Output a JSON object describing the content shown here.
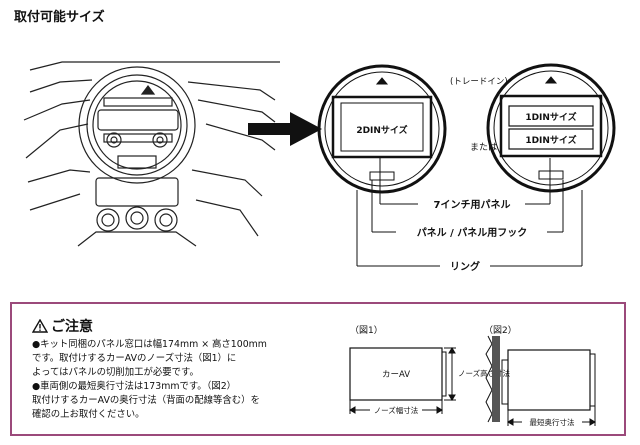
{
  "page": {
    "title": "取付可能サイズ"
  },
  "diagram": {
    "labels": {
      "tray": "(トレードイン)",
      "din2": "2DINサイズ",
      "or": "または",
      "din1_a": "1DINサイズ",
      "din1_b": "1DINサイズ",
      "panel7": "7インチ用パネル",
      "hook": "パネル / パネル用フック",
      "ring": "リング"
    }
  },
  "caution": {
    "heading": "ご注意",
    "lines": [
      "●キット同梱のパネル窓口は幅174mm × 高さ100mm",
      "です。取付けするカーAVのノーズ寸法（図1）に",
      "よってはパネルの切削加工が必要です。",
      "●車両側の最短奥行寸法は173mmです。（図2）",
      "取付けするカーAVの奥行寸法（背面の配線等含む）を",
      "確認の上お取付ください。"
    ],
    "fig1": {
      "caption": "（図1）",
      "box_label": "カーAV",
      "width_label": "ノーズ幅寸法",
      "height_label": "ノーズ高さ寸法"
    },
    "fig2": {
      "caption": "（図2）",
      "depth_label": "最短奥行寸法"
    }
  }
}
